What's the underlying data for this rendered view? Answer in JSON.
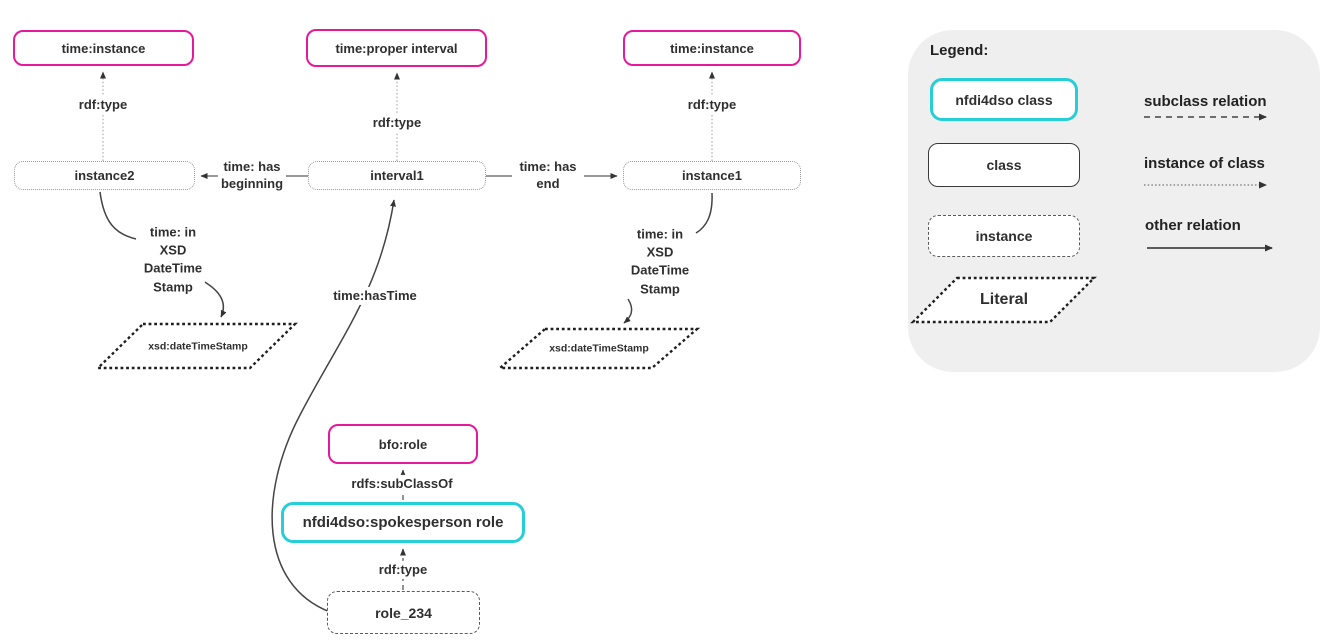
{
  "colors": {
    "magenta_class_border": "#e6189b",
    "cyan_nfdi4dso_border": "#26cfd8",
    "text": "#2f2f2f",
    "legend_background": "#efefef",
    "line": "#555555"
  },
  "nodes": {
    "time_instance_left": "time:instance",
    "time_proper_interval": "time:proper interval",
    "time_instance_right": "time:instance",
    "instance2": "instance2",
    "interval1": "interval1",
    "instance1": "instance1",
    "literal_left": "xsd:dateTimeStamp",
    "literal_right": "xsd:dateTimeStamp",
    "bfo_role": "bfo:role",
    "spokesperson_role": "nfdi4dso:spokesperson role",
    "role_234": "role_234"
  },
  "edges": {
    "rdf_type_left": "rdf:type",
    "rdf_type_middle": "rdf:type",
    "rdf_type_right": "rdf:type",
    "has_beginning": "time: has\nbeginning",
    "has_end": "time: has\nend",
    "in_xsd_left": "time: in\nXSD\nDateTime\nStamp",
    "in_xsd_right": "time: in\nXSD\nDateTime\nStamp",
    "has_time": "time:hasTime",
    "subclassof": "rdfs:subClassOf",
    "rdf_type_bottom": "rdf:type"
  },
  "legend": {
    "title": "Legend:",
    "items": {
      "nfdi4dso_class": "nfdi4dso class",
      "class_box": "class",
      "instance_box": "instance",
      "literal": "Literal"
    },
    "relations": {
      "subclass": "subclass relation",
      "instance_of": "instance of class",
      "other": "other relation"
    }
  }
}
